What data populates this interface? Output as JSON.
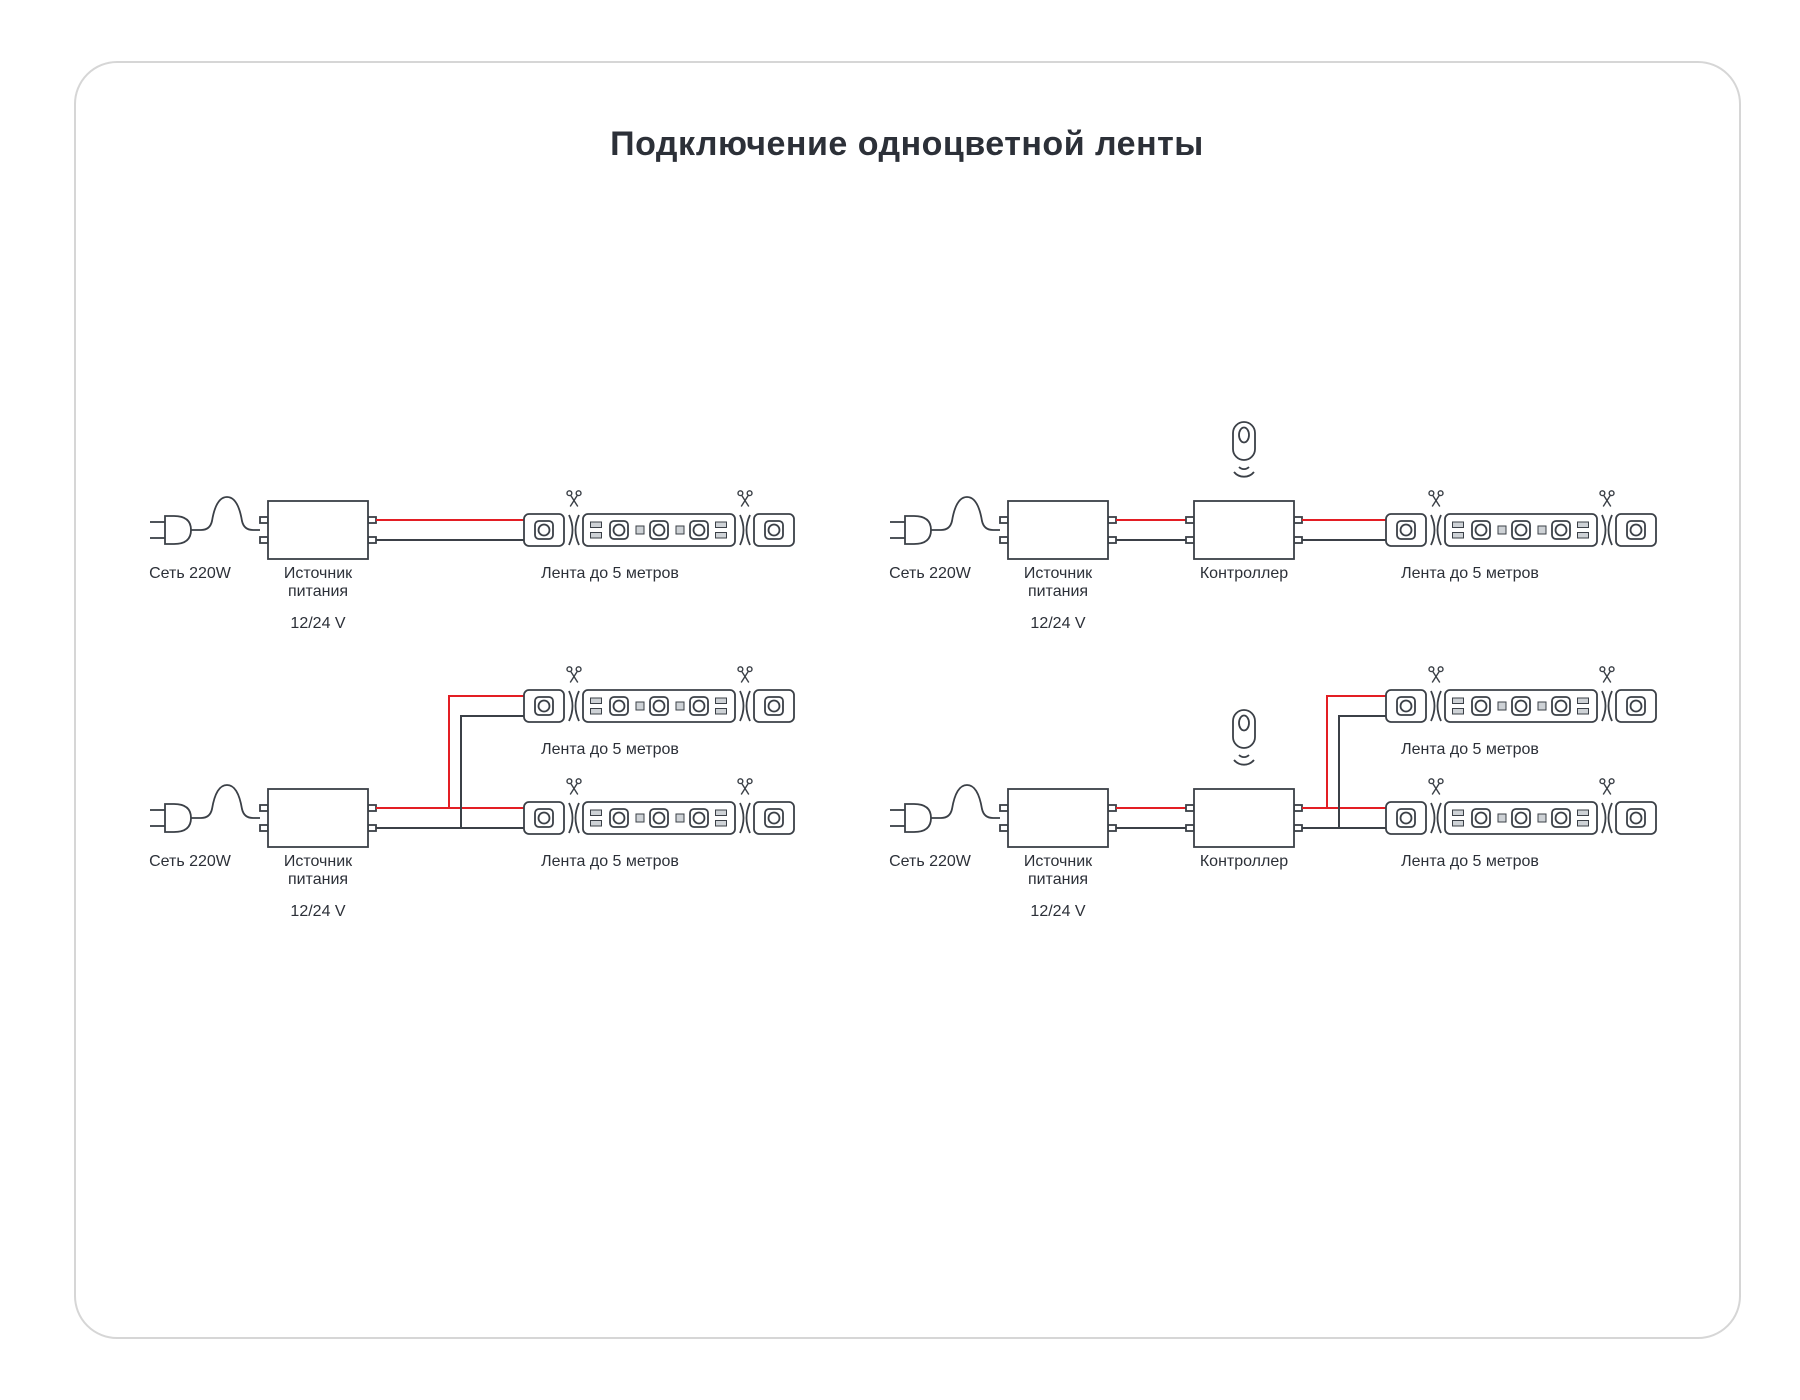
{
  "title": "Подключение одноцветной ленты",
  "labels": {
    "power_source": "Сеть 220W",
    "psu_line1": "Источник",
    "psu_line2": "питания",
    "psu_voltage": "12/24 V",
    "strip": "Лента до 5 метров",
    "controller": "Контроллер"
  },
  "colors": {
    "outline": "#3b4047",
    "wire_positive": "#e31e24",
    "wire_negative": "#3b4047",
    "component_fill": "#ced2d6",
    "frame_border": "#d6d6d6",
    "text": "#2c3038",
    "background": "#ffffff"
  }
}
